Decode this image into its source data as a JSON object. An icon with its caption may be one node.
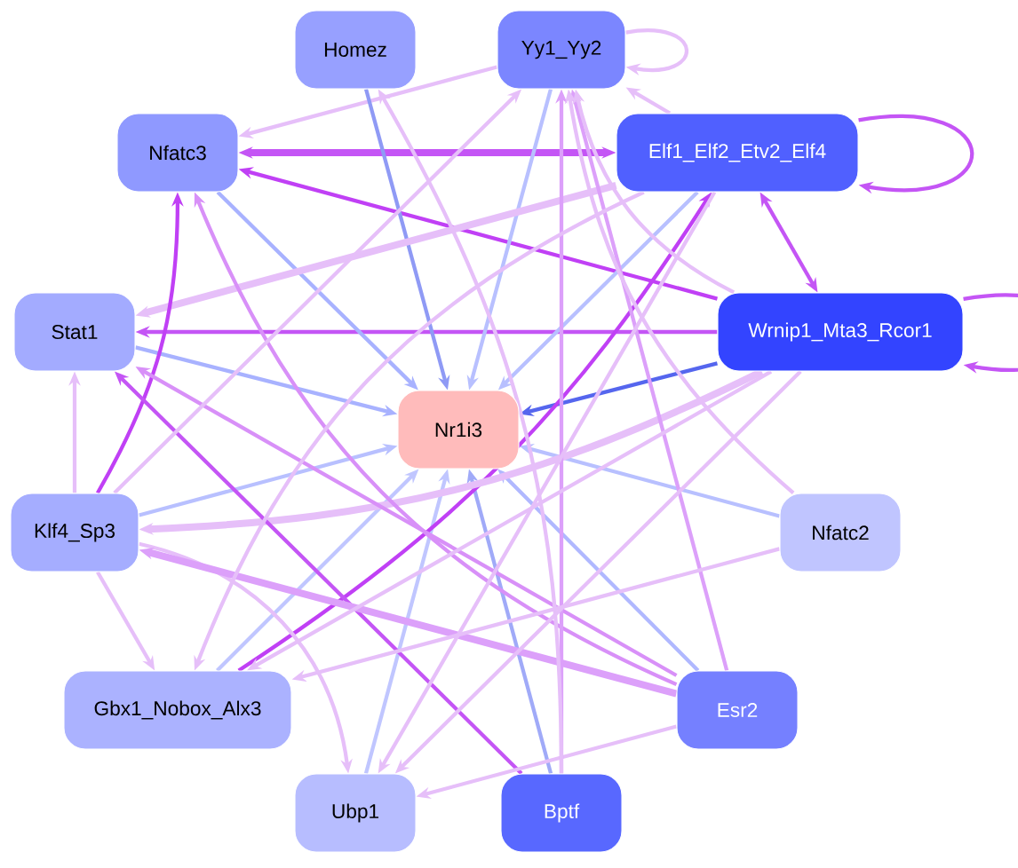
{
  "diagram": {
    "nodes": [
      {
        "text": [
          "Homez"
        ]
      },
      {
        "text": [
          "Yy1_Yy2"
        ]
      },
      {
        "text": [
          "Nfatc3"
        ]
      },
      {
        "text": [
          "Elf1_Elf2_Etv2_Elf4"
        ]
      },
      {
        "text": [
          "Stat1"
        ]
      },
      {
        "text": [
          "Wrnip1_Mta3_Rcor1"
        ]
      },
      {
        "text": [
          "Nr1i3"
        ]
      },
      {
        "text": [
          "Klf4_Sp3"
        ]
      },
      {
        "text": [
          "Nfatc2"
        ]
      },
      {
        "text": [
          "Gbx1_Nobox_Alx3"
        ]
      },
      {
        "text": [
          "Esr2"
        ]
      },
      {
        "text": [
          "Ubp1"
        ]
      },
      {
        "text": [
          "Bptf"
        ]
      }
    ],
    "edges": [
      {
        "from": 1,
        "to": 1,
        "arrow": "to"
      },
      {
        "from": 3,
        "to": 3,
        "arrow": "to",
        "color": "#c455f5"
      },
      {
        "from": 5,
        "to": 5,
        "arrow": "to",
        "color": "#c455f5"
      },
      {
        "from": 2,
        "to": 3,
        "arrow": "both",
        "style": "thick",
        "color": "#c455f5"
      },
      {
        "from": 5,
        "to": 2,
        "arrow": "to",
        "color": "#c040f5"
      },
      {
        "from": 5,
        "to": 4,
        "arrow": "to",
        "color": "#c455f5"
      },
      {
        "from": 5,
        "to": 6,
        "arrow": "to",
        "color": "#5566ee"
      },
      {
        "from": 3,
        "to": 5,
        "arrow": "both",
        "color": "#c455f5"
      },
      {
        "from": 1,
        "to": 2,
        "arrow": "to"
      },
      {
        "from": 0,
        "to": 6,
        "arrow": "to",
        "color": "#8f9af5"
      },
      {
        "from": 1,
        "to": 6,
        "arrow": "to",
        "color": "#b8c0ff"
      },
      {
        "from": 3,
        "to": 6,
        "arrow": "to",
        "color": "#b8c0ff"
      },
      {
        "from": 2,
        "to": 6,
        "arrow": "to",
        "color": "#a8b2ff"
      },
      {
        "from": 4,
        "to": 6,
        "arrow": "to",
        "color": "#a8b2ff"
      },
      {
        "from": 7,
        "to": 6,
        "arrow": "to",
        "color": "#b8c0ff"
      },
      {
        "from": 8,
        "to": 6,
        "arrow": "to",
        "color": "#b8c0ff"
      },
      {
        "from": 10,
        "to": 6,
        "arrow": "to",
        "color": "#b0b8ff"
      },
      {
        "from": 12,
        "to": 6,
        "arrow": "to",
        "color": "#a0aaf8"
      },
      {
        "from": 11,
        "to": 6,
        "arrow": "to",
        "color": "#c0c6ff"
      },
      {
        "from": 9,
        "to": 6,
        "arrow": "to",
        "color": "#c0c6ff"
      },
      {
        "from": 3,
        "to": 4,
        "arrow": "to",
        "style": "thick"
      },
      {
        "from": 7,
        "to": 4,
        "arrow": "to"
      },
      {
        "from": 7,
        "to": 2,
        "arrow": "to",
        "color": "#c040f5"
      },
      {
        "from": 9,
        "to": 3,
        "arrow": "to",
        "color": "#c040f5"
      },
      {
        "from": 5,
        "to": 7,
        "arrow": "to",
        "style": "thick"
      },
      {
        "from": 7,
        "to": 9,
        "arrow": "to"
      },
      {
        "from": 7,
        "to": 11,
        "arrow": "to"
      },
      {
        "from": 12,
        "to": 4,
        "arrow": "to",
        "color": "#c455f5"
      },
      {
        "from": 10,
        "to": 4,
        "arrow": "to",
        "color": "#d890f8"
      },
      {
        "from": 10,
        "to": 2,
        "arrow": "to",
        "color": "#d890f8"
      },
      {
        "from": 10,
        "to": 7,
        "arrow": "to",
        "style": "thick",
        "color": "#dca0fa"
      },
      {
        "from": 10,
        "to": 1,
        "arrow": "to",
        "color": "#dca0fa"
      },
      {
        "from": 10,
        "to": 11,
        "arrow": "to"
      },
      {
        "from": 12,
        "to": 1,
        "arrow": "to",
        "color": "#dca0fa"
      },
      {
        "from": 12,
        "to": 0,
        "arrow": "to"
      },
      {
        "from": 8,
        "to": 9,
        "arrow": "to"
      },
      {
        "from": 8,
        "to": 1,
        "arrow": "to"
      },
      {
        "from": 7,
        "to": 1,
        "arrow": "to"
      },
      {
        "from": 3,
        "to": 11,
        "arrow": "to"
      },
      {
        "from": 3,
        "to": 9,
        "arrow": "to"
      },
      {
        "from": 5,
        "to": 9,
        "arrow": "to"
      },
      {
        "from": 5,
        "to": 11,
        "arrow": "to"
      },
      {
        "from": 3,
        "to": 1,
        "arrow": "to"
      },
      {
        "from": 5,
        "to": 1,
        "arrow": "to"
      }
    ]
  }
}
